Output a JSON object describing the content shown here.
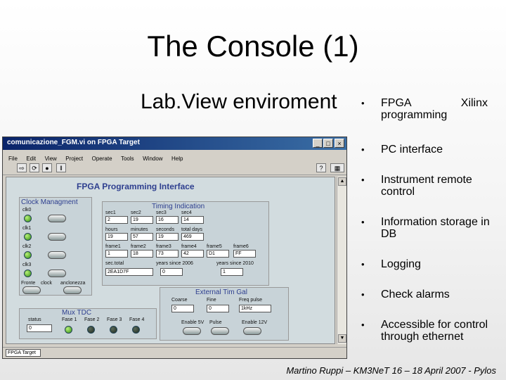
{
  "slide": {
    "title": "The Console (1)",
    "subtitle": "Lab.View enviroment",
    "bullets": [
      {
        "text": "FPGA programming",
        "extra": "Xilinx"
      },
      {
        "text": "PC interface"
      },
      {
        "text": "Instrument remote control"
      },
      {
        "text": "Information storage in DB"
      },
      {
        "text": "Logging"
      },
      {
        "text": "Check alarms"
      },
      {
        "text": "Accessible for control through ethernet"
      }
    ],
    "footer": "Martino Ruppi – KM3NeT 16 – 18 April 2007 - Pylos"
  },
  "window": {
    "title": "comunicazione_FGM.vi on FPGA Target",
    "menu": [
      "File",
      "Edit",
      "View",
      "Project",
      "Operate",
      "Tools",
      "Window",
      "Help"
    ],
    "status": "FPGA Target",
    "panel_title": "FPGA Programming Interface",
    "clock": {
      "title": "Clock Managment",
      "labels": [
        "clk0",
        "clk1",
        "clk2",
        "clk3"
      ],
      "bottom_labels": [
        "Fronte",
        "clock",
        "anclonezza"
      ]
    },
    "timing": {
      "title": "Timing Indication",
      "headers1": [
        "sec1",
        "sec2",
        "sec3",
        "sec4"
      ],
      "values1": [
        "2",
        "19",
        "16",
        "14"
      ],
      "headers2": [
        "hours",
        "minutes",
        "seconds",
        "total days"
      ],
      "values2": [
        "19",
        "57",
        "19",
        "469"
      ],
      "headers3": [
        "frame1",
        "frame2",
        "frame3",
        "frame4",
        "frame5",
        "frame6"
      ],
      "values3": [
        "1",
        "18",
        "73",
        "42",
        "D1",
        "FF"
      ],
      "sec_label": "sec.total",
      "sec_value": "2EA1D7F",
      "label_years_2006": "years since 2006",
      "value_years_2006": "0",
      "label_years_2010": "years since 2010",
      "value_years_2010": "1"
    },
    "external": {
      "title": "External Tim Gal",
      "labels": [
        "Coarse",
        "Fine",
        "Freq pulse"
      ],
      "values": [
        "0",
        "0",
        "1kHz"
      ],
      "enable_labels": [
        "Enable 5V",
        "Pulse",
        "Enable 12V"
      ]
    },
    "mux": {
      "title": "Mux TDC",
      "status_label": "status",
      "status_value": "0",
      "labels": [
        "Fase 1",
        "Fase 2",
        "Fase 3",
        "Fase 4"
      ]
    }
  }
}
